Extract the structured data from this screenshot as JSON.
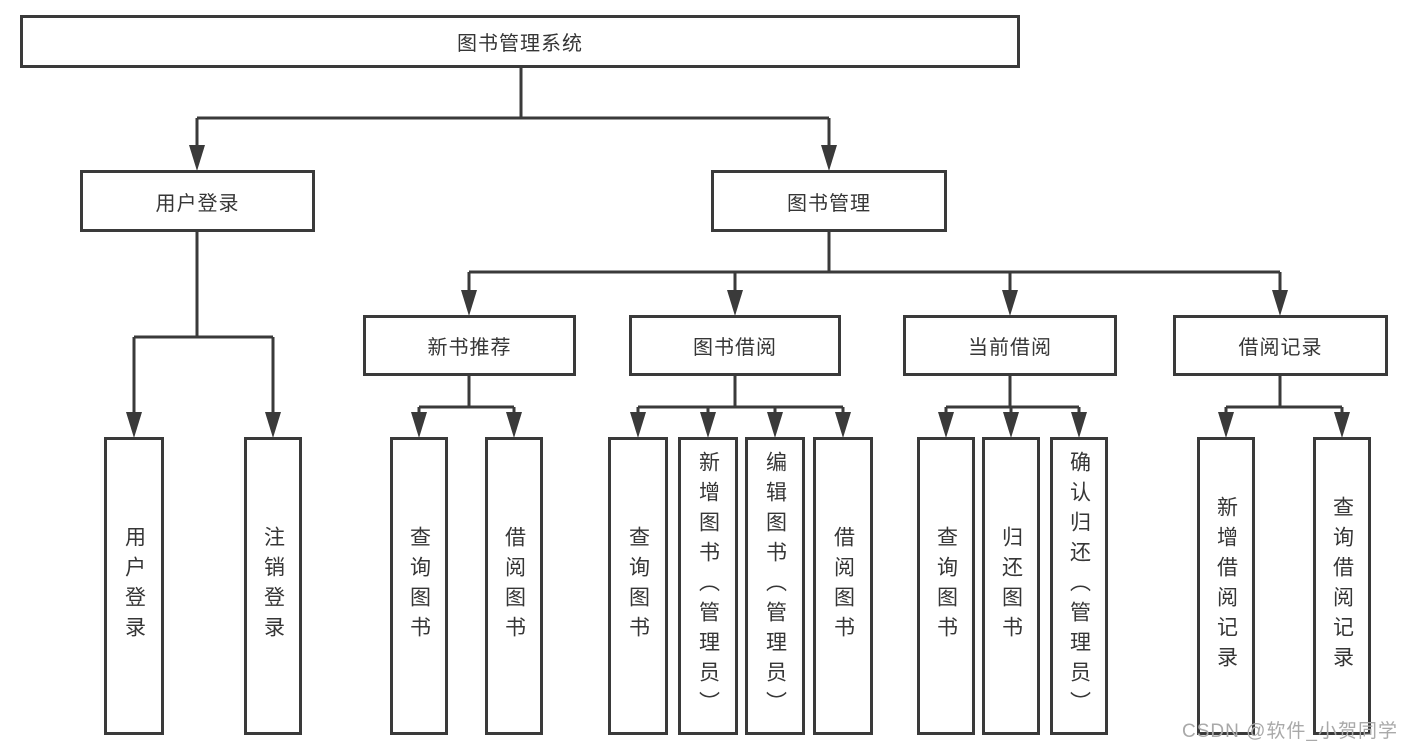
{
  "tree": {
    "root": {
      "label": "图书管理系统",
      "children": [
        {
          "label": "用户登录",
          "children": [
            {
              "label": "用户登录"
            },
            {
              "label": "注销登录"
            }
          ]
        },
        {
          "label": "图书管理",
          "children": [
            {
              "label": "新书推荐",
              "children": [
                {
                  "label": "查询图书"
                },
                {
                  "label": "借阅图书"
                }
              ]
            },
            {
              "label": "图书借阅",
              "children": [
                {
                  "label": "查询图书"
                },
                {
                  "label": "新增图书（管理员）"
                },
                {
                  "label": "编辑图书（管理员）"
                },
                {
                  "label": "借阅图书"
                }
              ]
            },
            {
              "label": "当前借阅",
              "children": [
                {
                  "label": "查询图书"
                },
                {
                  "label": "归还图书"
                },
                {
                  "label": "确认归还（管理员）"
                }
              ]
            },
            {
              "label": "借阅记录",
              "children": [
                {
                  "label": "新增借阅记录"
                },
                {
                  "label": "查询借阅记录"
                }
              ]
            }
          ]
        }
      ]
    }
  },
  "watermark": {
    "text": "CSDN @软件_小贺同学"
  },
  "colors": {
    "line": "#3a3a3a",
    "text": "#363636",
    "node_background": "#ffffff",
    "page_background": "#ffffff",
    "watermark": "#a9a9a9"
  }
}
